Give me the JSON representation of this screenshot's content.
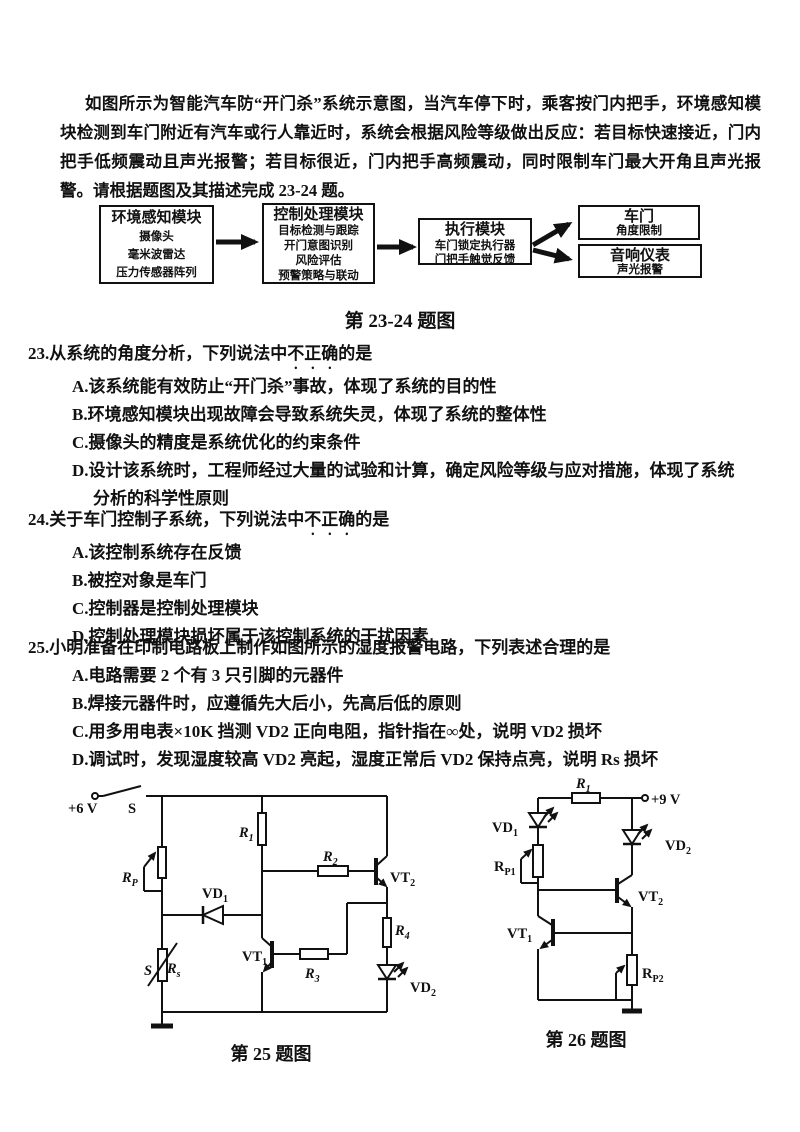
{
  "intro": "如图所示为智能汽车防“开门杀”系统示意图，当汽车停下时，乘客按门内把手，环境感知模块检测到车门附近有汽车或行人靠近时，系统会根据风险等级做出反应：若目标快速接近，门内把手低频震动且声光报警；若目标很近，门内把手高频震动，同时限制车门最大开角且声光报警。请根据题图及其描述完成 23-24 题。",
  "flow_diagram": {
    "caption": "第 23-24 题图",
    "boxes": [
      {
        "title": "环境感知模块",
        "lines": [
          "摄像头",
          "毫米波雷达",
          "压力传感器阵列"
        ]
      },
      {
        "title": "控制处理模块",
        "lines": [
          "目标检测与跟踪",
          "开门意图识别",
          "风险评估",
          "预警策略与联动"
        ]
      },
      {
        "title": "执行模块",
        "lines": [
          "车门锁定执行器",
          "门把手触觉反馈"
        ]
      },
      {
        "title": "车门",
        "lines": [
          "角度限制"
        ]
      },
      {
        "title": "音响仪表",
        "lines": [
          "声光报警"
        ]
      }
    ]
  },
  "questions": [
    {
      "stem_pre": "23.从系统的角度分析，下列说法中",
      "stem_emph": "不正确",
      "stem_post": "的是",
      "options": [
        "A.该系统能有效防止“开门杀”事故，体现了系统的目的性",
        "B.环境感知模块出现故障会导致系统失灵，体现了系统的整体性",
        "C.摄像头的精度是系统优化的约束条件",
        "D.设计该系统时，工程师经过大量的试验和计算，确定风险等级与应对措施，体现了系统分析的科学性原则"
      ]
    },
    {
      "stem_pre": "24.关于车门控制子系统，下列说法中",
      "stem_emph": "不正确",
      "stem_post": "的是",
      "options": [
        "A.该控制系统存在反馈",
        "B.被控对象是车门",
        "C.控制器是控制处理模块",
        "D.控制处理模块损坏属于该控制系统的干扰因素"
      ]
    },
    {
      "stem_pre": "25.小明准备在印制电路板上制作如图所示的湿度报警电路，下列表述合理的是",
      "stem_emph": "",
      "stem_post": "",
      "options": [
        "A.电路需要 2 个有 3 只引脚的元器件",
        "B.焊接元器件时，应遵循先大后小，先高后低的原则",
        "C.用多用电表×10K 挡测 VD2 正向电阻，指针指在∞处，说明 VD2 损坏",
        "D.调试时，发现湿度较高 VD2 亮起，湿度正常后 VD2 保持点亮，说明 Rs 损坏"
      ]
    }
  ],
  "fig25": {
    "caption": "第 25 题图",
    "labels": {
      "supply": "+6 V",
      "switch": "S",
      "rp": {
        "main": "R",
        "sub": "P"
      },
      "vd1": {
        "main": "VD",
        "sub": "1"
      },
      "r1": {
        "main": "R",
        "sub": "1"
      },
      "r2": {
        "main": "R",
        "sub": "2"
      },
      "r3": {
        "main": "R",
        "sub": "3"
      },
      "r4": {
        "main": "R",
        "sub": "4"
      },
      "vt1": {
        "main": "VT",
        "sub": "1"
      },
      "vt2": {
        "main": "VT",
        "sub": "2"
      },
      "vd2": {
        "main": "VD",
        "sub": "2"
      },
      "sensor_s": "S",
      "rs": {
        "main": "R",
        "sub": "s"
      }
    }
  },
  "fig26": {
    "caption": "第 26 题图",
    "labels": {
      "supply": "+9 V",
      "r1": {
        "main": "R",
        "sub": "1"
      },
      "vd1": {
        "main": "VD",
        "sub": "1"
      },
      "vd2": {
        "main": "VD",
        "sub": "2"
      },
      "rp1": {
        "main": "R",
        "sub": "P1"
      },
      "rp2": {
        "main": "R",
        "sub": "P2"
      },
      "vt1": {
        "main": "VT",
        "sub": "1"
      },
      "vt2": {
        "main": "VT",
        "sub": "2"
      }
    }
  }
}
